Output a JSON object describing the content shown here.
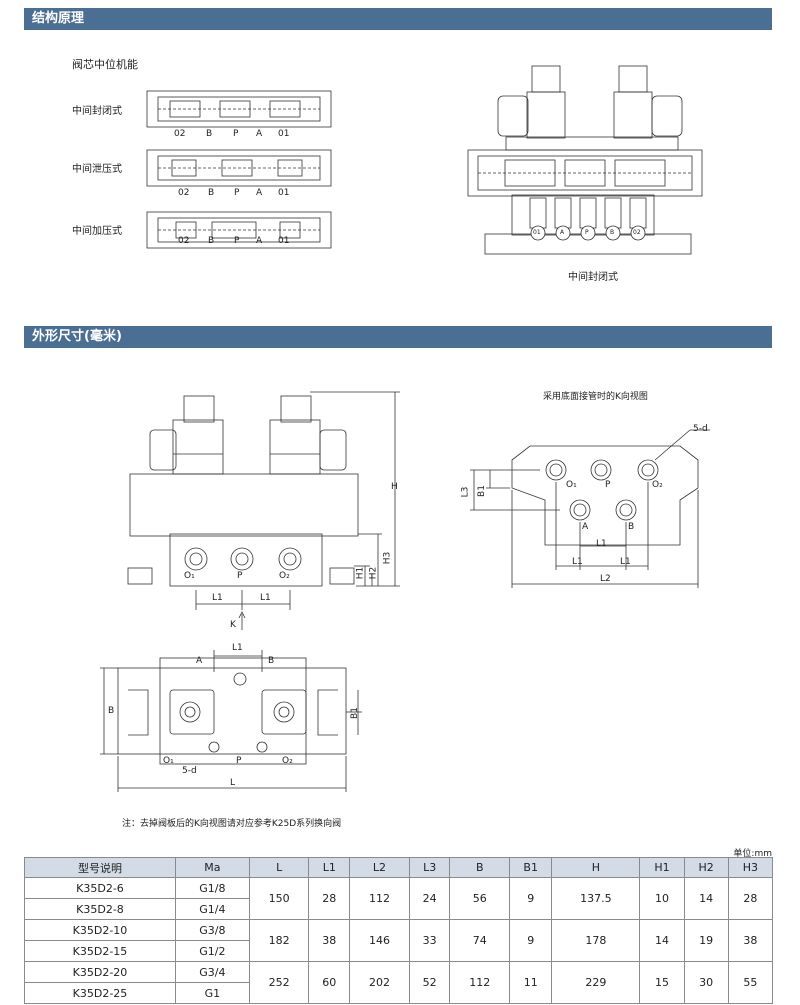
{
  "sections": {
    "structure_title": "结构原理",
    "dimensions_title": "外形尺寸(毫米)"
  },
  "spool": {
    "title": "阀芯中位机能",
    "rows": [
      {
        "label": "中间封闭式",
        "ports": [
          "02",
          "B",
          "P",
          "A",
          "01"
        ]
      },
      {
        "label": "中间泄压式",
        "ports": [
          "02",
          "B",
          "P",
          "A",
          "01"
        ]
      },
      {
        "label": "中间加压式",
        "ports": [
          "02",
          "B",
          "P",
          "A",
          "01"
        ]
      }
    ]
  },
  "section_view": {
    "caption": "中间封闭式",
    "ports": [
      "01",
      "A",
      "P",
      "B",
      "02"
    ]
  },
  "front_view": {
    "ports": [
      "O₁",
      "P",
      "O₂"
    ],
    "dims": {
      "H": "H",
      "H1": "H1",
      "H2": "H2",
      "H3": "H3",
      "L1a": "L1",
      "L1b": "L1",
      "K": "K"
    }
  },
  "k_view": {
    "title": "采用底面接管时的K向视图",
    "hole": "5-d",
    "ports_top": [
      "O₁",
      "P",
      "O₂"
    ],
    "ports_bottom": [
      "A",
      "B"
    ],
    "dims": {
      "L3": "L3",
      "B1": "B1",
      "L1top": "L1",
      "L1a": "L1",
      "L1b": "L1",
      "L2": "L2"
    }
  },
  "top_view": {
    "dims": {
      "L1": "L1",
      "A": "A",
      "B": "B",
      "Bdim": "B",
      "B1": "B1",
      "hole": "5-d",
      "L": "L"
    },
    "ports": [
      "O₁",
      "P",
      "O₂"
    ]
  },
  "note": "注：去掉阀板后的K向视图请对应参考K25D系列换向阀",
  "unit": "单位:mm",
  "table": {
    "headers": [
      "型号说明",
      "Ma",
      "L",
      "L1",
      "L2",
      "L3",
      "B",
      "B1",
      "H",
      "H1",
      "H2",
      "H3"
    ],
    "groups": [
      {
        "models": [
          [
            "K35D2-6",
            "G1/8"
          ],
          [
            "K35D2-8",
            "G1/4"
          ]
        ],
        "values": [
          "150",
          "28",
          "112",
          "24",
          "56",
          "9",
          "137.5",
          "10",
          "14",
          "28"
        ]
      },
      {
        "models": [
          [
            "K35D2-10",
            "G3/8"
          ],
          [
            "K35D2-15",
            "G1/2"
          ]
        ],
        "values": [
          "182",
          "38",
          "146",
          "33",
          "74",
          "9",
          "178",
          "14",
          "19",
          "38"
        ]
      },
      {
        "models": [
          [
            "K35D2-20",
            "G3/4"
          ],
          [
            "K35D2-25",
            "G1"
          ]
        ],
        "values": [
          "252",
          "60",
          "202",
          "52",
          "112",
          "11",
          "229",
          "15",
          "30",
          "55"
        ]
      }
    ]
  }
}
